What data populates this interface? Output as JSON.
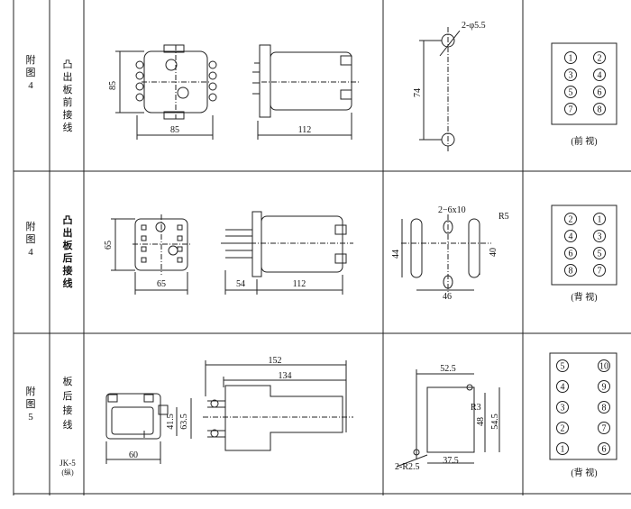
{
  "rows": [
    {
      "side_label": [
        "附",
        "图",
        "4"
      ],
      "wiring_label": [
        "凸",
        "出",
        "板",
        "前",
        "接",
        "线"
      ],
      "front_view_dims": {
        "width": "85",
        "height": "85"
      },
      "side_view_dims": {
        "length": "112"
      },
      "panel_cutout": {
        "hole": "2-φ5.5",
        "spacing": "74"
      },
      "terminals": [
        "1",
        "2",
        "3",
        "4",
        "5",
        "6",
        "7",
        "8"
      ],
      "view_label": "(前 视)"
    },
    {
      "side_label": [
        "附",
        "图",
        "4"
      ],
      "wiring_label": [
        "凸",
        "出",
        "板",
        "后",
        "接",
        "线"
      ],
      "front_view_dims": {
        "width": "65",
        "height": "65"
      },
      "side_view_dims": {
        "front": "54",
        "length": "112"
      },
      "panel_cutout": {
        "slot": "2−6x10",
        "radius": "R5",
        "height": "44",
        "inner": "40",
        "width": "46"
      },
      "terminals": [
        "2",
        "1",
        "4",
        "3",
        "6",
        "5",
        "8",
        "7"
      ],
      "view_label": "(背 视)"
    },
    {
      "side_label": [
        "附",
        "图",
        "5"
      ],
      "wiring_label": [
        "板",
        "后",
        "接",
        "线"
      ],
      "model_label": "JK-5",
      "model_sub": "(纵)",
      "front_view_dims": {
        "width": "60",
        "h1": "41.5",
        "h2": "63.5"
      },
      "side_view_dims": {
        "overall": "152",
        "body": "134"
      },
      "panel_cutout": {
        "width": "52.5",
        "radius": "R3",
        "h1": "48",
        "h2": "54.5",
        "holes": "2-R2.5",
        "bottom": "37.5"
      },
      "terminals": [
        "5",
        "10",
        "4",
        "9",
        "3",
        "8",
        "2",
        "7",
        "1",
        "6"
      ],
      "view_label": "(背 视)"
    }
  ]
}
